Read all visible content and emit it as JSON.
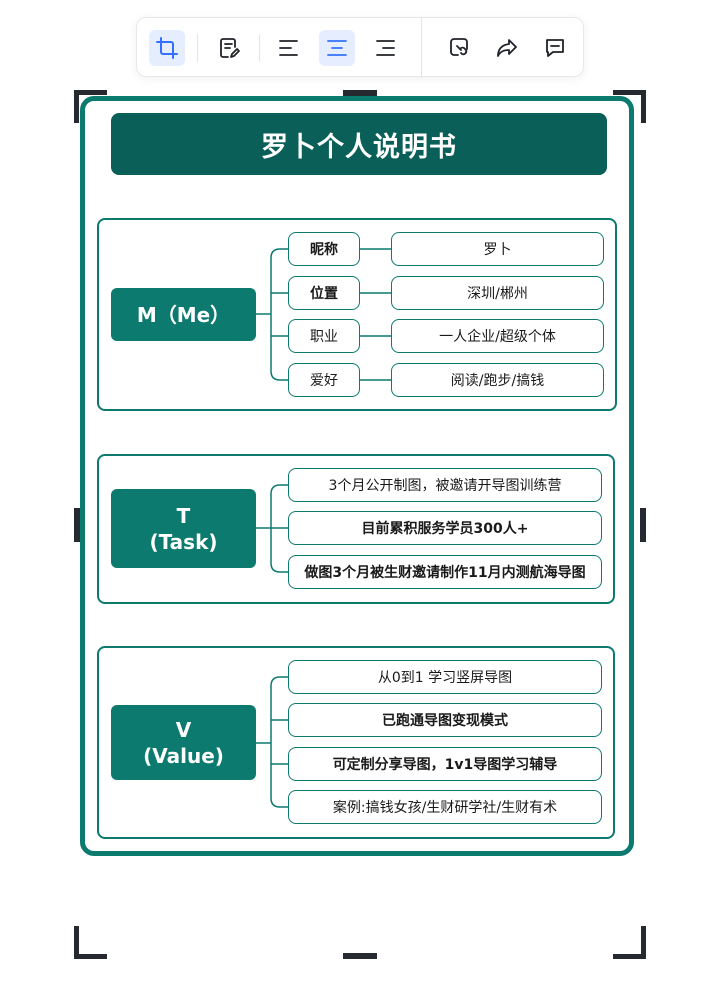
{
  "toolbar": {
    "items": [
      {
        "icon": "crop-icon",
        "active": true
      },
      {
        "icon": "edit-note-icon",
        "active": false
      },
      {
        "icon": "align-left-icon",
        "active": false
      },
      {
        "icon": "align-center-icon",
        "active": true
      },
      {
        "icon": "align-right-icon",
        "active": false
      },
      {
        "icon": "link-icon",
        "active": false
      },
      {
        "icon": "share-icon",
        "active": false
      },
      {
        "icon": "comment-icon",
        "active": false
      }
    ]
  },
  "colors": {
    "accent": "#0c7a6f",
    "title_bg": "#0a5f58",
    "toolbar_active": "#e5edff",
    "active_icon": "#3370ff"
  },
  "mindmap": {
    "title": "罗卜个人说明书",
    "m": {
      "label": "M（Me）",
      "rows": [
        {
          "key": "昵称",
          "value": "罗卜"
        },
        {
          "key": "位置",
          "value": "深圳/郴州"
        },
        {
          "key": "职业",
          "value": "一人企业/超级个体"
        },
        {
          "key": "爱好",
          "value": "阅读/跑步/搞钱"
        }
      ]
    },
    "t": {
      "label_line1": "T",
      "label_line2": "(Task)",
      "items": [
        "3个月公开制图，被邀请开导图训练营",
        "目前累积服务学员300人+",
        "做图3个月被生财邀请制作11月内测航海导图"
      ]
    },
    "v": {
      "label_line1": "V",
      "label_line2": "(Value)",
      "items": [
        "从0到1 学习竖屏导图",
        "已跑通导图变现模式",
        "可定制分享导图，1v1导图学习辅导",
        "案例:搞钱女孩/生财研学社/生财有术"
      ]
    }
  }
}
